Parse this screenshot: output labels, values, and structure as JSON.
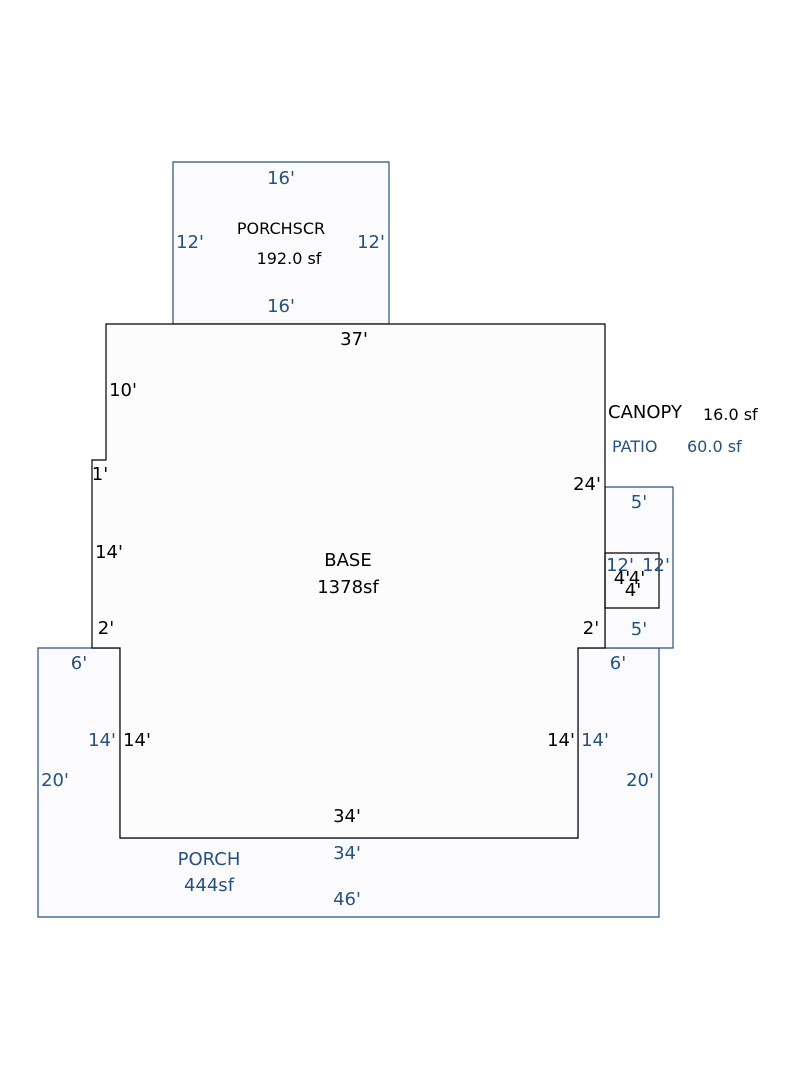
{
  "areas": {
    "porchscr": {
      "name": "PORCHSCR",
      "area": "192.0 sf",
      "top": "16'",
      "bottom": "16'",
      "left": "12'",
      "right": "12'"
    },
    "base": {
      "name": "BASE",
      "area": "1378sf",
      "top": "37'",
      "upper_left": "10'",
      "jog": "1'",
      "mid_left": "14'",
      "lower_left": "2'",
      "right": "24'",
      "lower_right": "2'",
      "inner_left": "14'",
      "inner_right": "14'",
      "bottom": "34'"
    },
    "canopy": {
      "name": "CANOPY",
      "area": "16.0 sf",
      "side_a": "4'",
      "side_b": "4'",
      "side_c": "4'"
    },
    "patio": {
      "name": "PATIO",
      "area": "60.0 sf",
      "top": "5'",
      "bottom": "5'",
      "left": "12'",
      "right": "12'"
    },
    "porch": {
      "name": "PORCH",
      "area": "444sf",
      "top_left": "6'",
      "top_right": "6'",
      "inner_left": "14'",
      "inner_right": "14'",
      "outer_left": "20'",
      "outer_right": "20'",
      "inner_bottom": "34'",
      "bottom": "46'"
    }
  },
  "colors": {
    "blue": "#27527e",
    "black": "#000000"
  }
}
